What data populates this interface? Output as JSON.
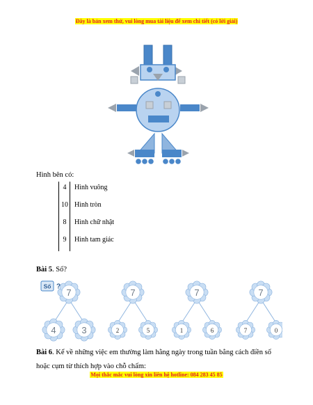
{
  "banners": {
    "top": "Đây là bản xem thử, vui lòng mua tài liệu để xem chi tiết (có lời giải)",
    "bottom": "Mọi thắc mắc vui lòng xin liên hệ hotline: 084 283 45 85"
  },
  "intro": "Hình bên có:",
  "shape_counts": [
    {
      "count": "4",
      "label": "Hình vuông"
    },
    {
      "count": "10",
      "label": "Hình tròn"
    },
    {
      "count": "8",
      "label": "Hình chữ nhật"
    },
    {
      "count": "9",
      "label": "Hình tam giác"
    }
  ],
  "bai5": {
    "title": "Bài 5",
    "text": ". Số?"
  },
  "so_badge": "Số",
  "so_mark": "?",
  "number_trees": [
    {
      "top": "7",
      "left": "4",
      "right": "3"
    },
    {
      "top": "7",
      "left": "2",
      "right": "5"
    },
    {
      "top": "7",
      "left": "1",
      "right": "6"
    },
    {
      "top": "7",
      "left": "7",
      "right": "0"
    }
  ],
  "bai6": {
    "title": "Bài 6",
    "text": ". Kể về những việc em thường làm hằng ngày trong tuần bằng cách điền số hoặc cụm từ thích hợp vào chỗ chấm:"
  },
  "colors": {
    "banner_text": "#e3202a",
    "banner_bg": "#ffff00",
    "shape_fill": "#4a87c9",
    "light_fill": "#b9d3f0"
  }
}
